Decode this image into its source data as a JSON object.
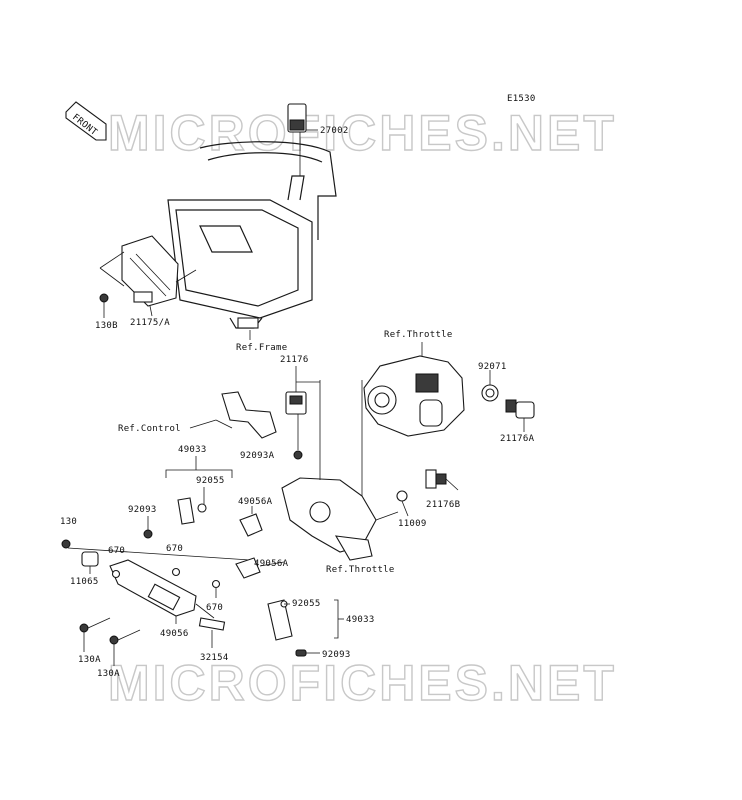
{
  "diagram_code": "E1530",
  "watermark": "MICROFICHES.NET",
  "front_tag": "FRONT",
  "labels": {
    "p27002": "27002",
    "p130B": "130B",
    "p21175A": "21175/A",
    "ref_frame": "Ref.Frame",
    "ref_throttle_top": "Ref.Throttle",
    "p21176": "21176",
    "p92071": "92071",
    "ref_control": "Ref.Control",
    "p21176A": "21176A",
    "p49033_top": "49033",
    "p92093A": "92093A",
    "p92055_top": "92055",
    "p92093_left": "92093",
    "p49056A_top": "49056A",
    "p21176B": "21176B",
    "p130": "130",
    "p11009": "11009",
    "p670_a": "670",
    "p670_b": "670",
    "p11065": "11065",
    "p49056A_mid": "49056A",
    "ref_throttle_bottom": "Ref.Throttle",
    "p670_c": "670",
    "p92055_bottom": "92055",
    "p49033_bottom": "49033",
    "p49056": "49056",
    "p130A_a": "130A",
    "p32154": "32154",
    "p130A_b": "130A",
    "p92093_bottom": "92093"
  }
}
